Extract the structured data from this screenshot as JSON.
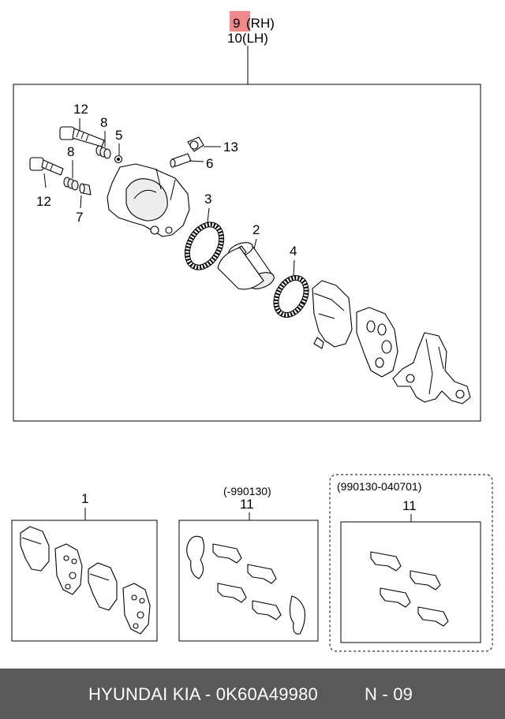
{
  "header": {
    "part_9": "9",
    "part_9_side": "(RH)",
    "part_10": "10(LH)",
    "highlight_color": "#f08a8a"
  },
  "callouts": {
    "c12a": "12",
    "c8a": "8",
    "c5": "5",
    "c13": "13",
    "c6": "6",
    "c8b": "8",
    "c12b": "12",
    "c7": "7",
    "c3": "3",
    "c2": "2",
    "c4": "4"
  },
  "kits": {
    "pad_set": {
      "number": "1"
    },
    "clip_kit_early": {
      "range": "(-990130)",
      "number": "11"
    },
    "clip_kit_late": {
      "range": "(990130-040701)",
      "number": "11"
    }
  },
  "footer": {
    "brand_part": "HYUNDAI  KIA - 0K60A49980",
    "page": "N - 09",
    "bg_color": "#595959"
  }
}
